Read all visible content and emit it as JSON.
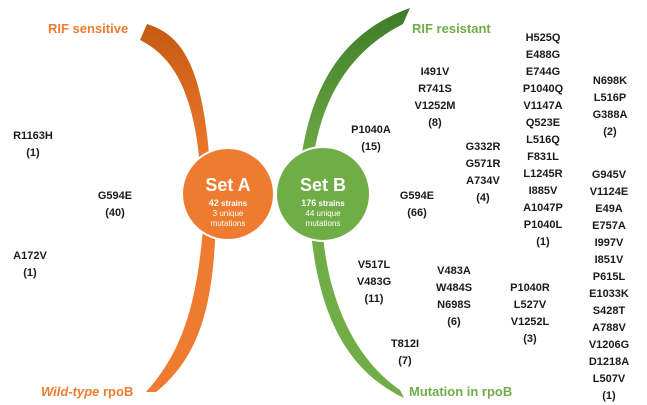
{
  "headers": {
    "rif_sensitive": "RIF sensitive",
    "rif_resistant": "RIF resistant",
    "wild_type_italic": "Wild-type",
    "wild_type_rest": " rpoB",
    "mutation": "Mutation in rpoB"
  },
  "colors": {
    "orange": "#ee7b2f",
    "orange_dark": "#c55a11",
    "green": "#70ad47",
    "green_dark": "#548235"
  },
  "set_a": {
    "name": "Set A",
    "strains_num": "42",
    "strains_word": " strains",
    "unique_mutations": "3 unique mutations"
  },
  "set_b": {
    "name": "Set B",
    "strains_num": "176",
    "strains_word": " strains",
    "unique_mutations": "44 unique mutations"
  },
  "groups": [
    {
      "mutations": [
        "R1163H"
      ],
      "count": "(1)"
    },
    {
      "mutations": [
        "G594E"
      ],
      "count": "(40)"
    },
    {
      "mutations": [
        "A172V"
      ],
      "count": "(1)"
    },
    {
      "mutations": [
        "P1040A"
      ],
      "count": "(15)"
    },
    {
      "mutations": [
        "I491V",
        "R741S",
        "V1252M"
      ],
      "count": "(8)"
    },
    {
      "mutations": [
        "G594E"
      ],
      "count": "(66)"
    },
    {
      "mutations": [
        "G332R",
        "G571R",
        "A734V"
      ],
      "count": "(4)"
    },
    {
      "mutations": [
        "H525Q",
        "E488G",
        "E744G",
        "P1040Q",
        "V1147A",
        "Q523E",
        "L516Q",
        "F831L",
        "L1245R",
        "I885V",
        "A1047P",
        "P1040L"
      ],
      "count": "(1)"
    },
    {
      "mutations": [
        "N698K",
        "L516P",
        "G388A"
      ],
      "count": "(2)"
    },
    {
      "mutations": [
        "V517L",
        "V483G"
      ],
      "count": "(11)"
    },
    {
      "mutations": [
        "V483A",
        "W484S",
        "N698S"
      ],
      "count": "(6)"
    },
    {
      "mutations": [
        "T812I"
      ],
      "count": "(7)"
    },
    {
      "mutations": [
        "P1040R",
        "L527V",
        "V1252L"
      ],
      "count": "(3)"
    },
    {
      "mutations": [
        "G945V",
        "V1124E",
        "E49A",
        "E757A",
        "I997V",
        "I851V",
        "P615L",
        "E1033K",
        "S428T",
        "A788V",
        "V1206G",
        "D1218A",
        "L507V"
      ],
      "count": "(1)"
    }
  ]
}
